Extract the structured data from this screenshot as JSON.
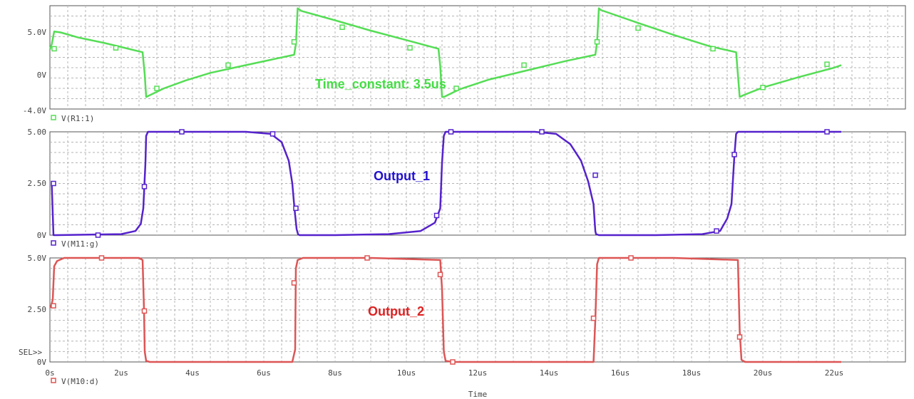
{
  "x_axis_label": "Time",
  "sel_marker": "SEL>>",
  "chart_data": [
    {
      "type": "line",
      "legend": "V(R1:1)",
      "annotation": "Time_constant: 3.5us",
      "color": "#55dd55",
      "annotation_color": "#44dd44",
      "ylim": [
        -4.0,
        8.0
      ],
      "ytick_labels": [
        "5.0V",
        "0V",
        "-4.0V"
      ],
      "x": [
        0,
        0.05,
        0.12,
        0.3,
        0.8,
        1.5,
        2.0,
        2.6,
        2.66,
        2.7,
        2.75,
        3.2,
        3.8,
        4.5,
        5.5,
        6.4,
        6.85,
        6.9,
        6.95,
        7.05,
        8.0,
        9.0,
        10.0,
        10.9,
        10.95,
        11.0,
        11.05,
        11.5,
        12.3,
        13.2,
        14.5,
        15.3,
        15.35,
        15.4,
        15.45,
        16.5,
        17.5,
        18.5,
        19.25,
        19.35,
        19.45,
        20.0,
        21.0,
        22.0,
        22.2
      ],
      "y": [
        2.9,
        3.5,
        5.0,
        4.9,
        4.3,
        3.7,
        3.2,
        2.6,
        0,
        -2.6,
        -2.5,
        -1.6,
        -0.7,
        0.2,
        1.1,
        1.9,
        2.3,
        3.5,
        7.7,
        7.4,
        6.3,
        5.1,
        4.0,
        3.0,
        1.0,
        -2.6,
        -2.6,
        -1.7,
        -0.6,
        0.3,
        1.6,
        2.3,
        3.8,
        7.7,
        7.5,
        6.0,
        4.6,
        3.3,
        2.6,
        -2.6,
        -2.4,
        -1.5,
        -0.3,
        0.8,
        1.1
      ],
      "marker_x": [
        0.12,
        1.85,
        3.0,
        5.0,
        6.85,
        8.2,
        10.1,
        11.4,
        13.3,
        15.35,
        16.5,
        18.6,
        20.0,
        21.8
      ],
      "marker_y": [
        3.0,
        3.1,
        -1.6,
        1.1,
        3.8,
        5.5,
        3.1,
        -1.6,
        1.1,
        3.8,
        5.4,
        3.0,
        -1.5,
        1.2
      ]
    },
    {
      "type": "line",
      "legend": "V(M11:g)",
      "annotation": "Output_1",
      "color": "#5522cc",
      "annotation_color": "#2211cc",
      "ylim": [
        0,
        5.0
      ],
      "ytick_labels": [
        "5.00",
        "2.50",
        "0V"
      ],
      "x": [
        0.05,
        0.1,
        0.2,
        1.0,
        2.0,
        2.4,
        2.55,
        2.62,
        2.68,
        2.7,
        2.75,
        4.5,
        5.5,
        6.2,
        6.5,
        6.7,
        6.8,
        6.86,
        6.92,
        6.96,
        7.0,
        8.0,
        9.5,
        10.4,
        10.8,
        10.95,
        11.0,
        11.05,
        11.1,
        12.5,
        13.6,
        14.2,
        14.6,
        14.9,
        15.1,
        15.25,
        15.3,
        15.32,
        15.4,
        17.0,
        18.3,
        18.8,
        19.0,
        19.12,
        19.2,
        19.25,
        19.3,
        20.5,
        22.2
      ],
      "y": [
        2.55,
        0,
        0,
        0.02,
        0.05,
        0.2,
        0.55,
        1.3,
        3.5,
        4.8,
        5.0,
        5.0,
        5.0,
        4.9,
        4.5,
        3.6,
        2.5,
        1.3,
        0.3,
        0.05,
        0,
        0,
        0.05,
        0.2,
        0.6,
        1.3,
        3.5,
        4.8,
        5.0,
        5.0,
        5.0,
        4.9,
        4.4,
        3.6,
        2.6,
        1.5,
        0.2,
        0.05,
        0,
        0,
        0.05,
        0.2,
        0.8,
        1.5,
        3.8,
        4.9,
        5.0,
        5.0,
        5.0
      ],
      "marker_x": [
        0.1,
        1.35,
        2.65,
        3.7,
        6.25,
        6.9,
        10.85,
        11.25,
        13.8,
        15.3,
        18.7,
        19.2,
        21.8
      ],
      "marker_y": [
        2.5,
        0,
        2.35,
        5.0,
        4.9,
        1.3,
        0.95,
        5.0,
        5.0,
        2.9,
        0.2,
        3.9,
        5.0
      ]
    },
    {
      "type": "line",
      "legend": "V(M10:d)",
      "annotation": "Output_2",
      "color": "#dd5555",
      "annotation_color": "#dd2222",
      "ylim": [
        0,
        5.0
      ],
      "ytick_labels": [
        "5.0V",
        "2.50",
        "0V"
      ],
      "x": [
        0.02,
        0.08,
        0.12,
        0.2,
        0.4,
        1.5,
        2.5,
        2.6,
        2.64,
        2.66,
        2.7,
        2.8,
        4.0,
        6.8,
        6.88,
        6.9,
        6.95,
        7.1,
        9.0,
        10.95,
        11.0,
        11.05,
        11.1,
        11.3,
        13.0,
        15.25,
        15.3,
        15.35,
        15.4,
        15.6,
        17.5,
        19.3,
        19.35,
        19.4,
        19.5,
        20.5,
        22.2
      ],
      "y": [
        2.6,
        3.0,
        4.6,
        4.85,
        5.0,
        5.0,
        5.0,
        4.9,
        2.5,
        0.5,
        0.05,
        0,
        0,
        0,
        0.6,
        4.5,
        4.9,
        5.0,
        5.0,
        4.9,
        3.5,
        0.5,
        0.05,
        0,
        0,
        0,
        2.0,
        4.7,
        5.0,
        5.0,
        5.0,
        4.9,
        1.5,
        0.1,
        0,
        0,
        0
      ],
      "marker_x": [
        0.1,
        1.45,
        2.65,
        6.85,
        8.9,
        10.95,
        11.3,
        15.25,
        16.3,
        19.35
      ],
      "marker_y": [
        2.7,
        5.0,
        2.45,
        3.8,
        5.0,
        4.2,
        0,
        2.1,
        5.0,
        1.2
      ]
    }
  ],
  "x_ticks": [
    "0s",
    "2us",
    "4us",
    "6us",
    "8us",
    "10us",
    "12us",
    "14us",
    "16us",
    "18us",
    "20us",
    "22us"
  ],
  "xlim": [
    0,
    22
  ]
}
